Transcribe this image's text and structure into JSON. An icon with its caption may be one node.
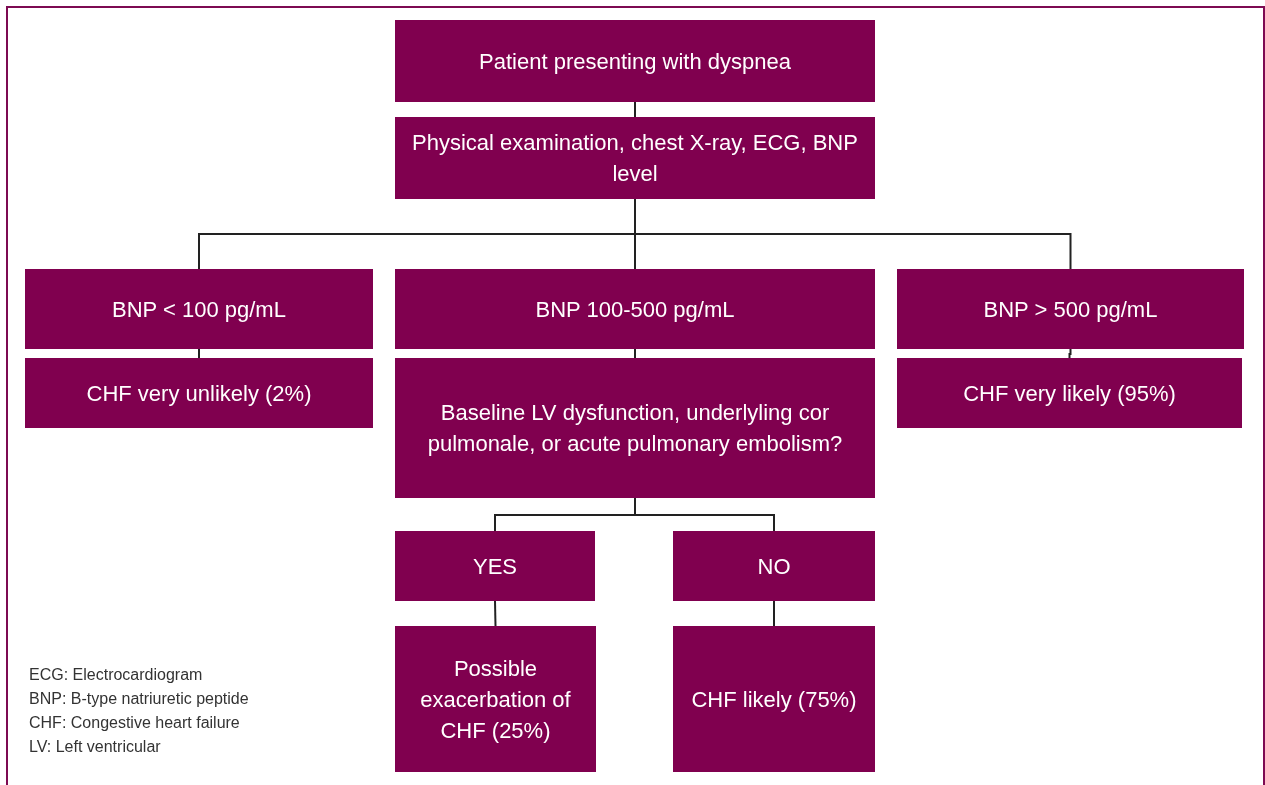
{
  "diagram": {
    "nodes": [
      {
        "text": [
          "Patient presenting with dyspnea"
        ]
      },
      {
        "text": [
          "Physical examination, chest X-ray, ECG, BNP level"
        ]
      },
      {
        "text": [
          "BNP < 100 pg/mL"
        ]
      },
      {
        "text": [
          "BNP 100-500 pg/mL"
        ]
      },
      {
        "text": [
          "BNP > 500 pg/mL"
        ]
      },
      {
        "text": [
          "CHF very unlikely (2%)"
        ]
      },
      {
        "text": [
          "Baseline LV dysfunction, underlyling cor pulmonale, or acute pulmonary embolism?"
        ]
      },
      {
        "text": [
          "CHF very likely (95%)"
        ]
      },
      {
        "text": [
          "YES"
        ]
      },
      {
        "text": [
          "NO"
        ]
      },
      {
        "text": [
          "Possible exacerbation of CHF (25%)"
        ]
      },
      {
        "text": [
          "CHF likely (75%)"
        ]
      }
    ],
    "edges": [
      {
        "from": 0,
        "to": 1,
        "arrow": "none"
      },
      {
        "from": 1,
        "to": 2,
        "arrow": "none"
      },
      {
        "from": 1,
        "to": 3,
        "arrow": "none"
      },
      {
        "from": 1,
        "to": 4,
        "arrow": "none"
      },
      {
        "from": 2,
        "to": 5,
        "arrow": "none"
      },
      {
        "from": 3,
        "to": 6,
        "arrow": "none"
      },
      {
        "from": 4,
        "to": 7,
        "arrow": "none"
      },
      {
        "from": 6,
        "to": 8,
        "arrow": "none"
      },
      {
        "from": 6,
        "to": 9,
        "arrow": "none"
      },
      {
        "from": 8,
        "to": 10,
        "arrow": "none"
      },
      {
        "from": 9,
        "to": 11,
        "arrow": "none"
      }
    ],
    "labels": [
      "ECG: Electrocardiogram",
      "BNP: B-type natriuretic peptide",
      "CHF: Congestive heart failure",
      "LV: Left ventricular"
    ]
  }
}
